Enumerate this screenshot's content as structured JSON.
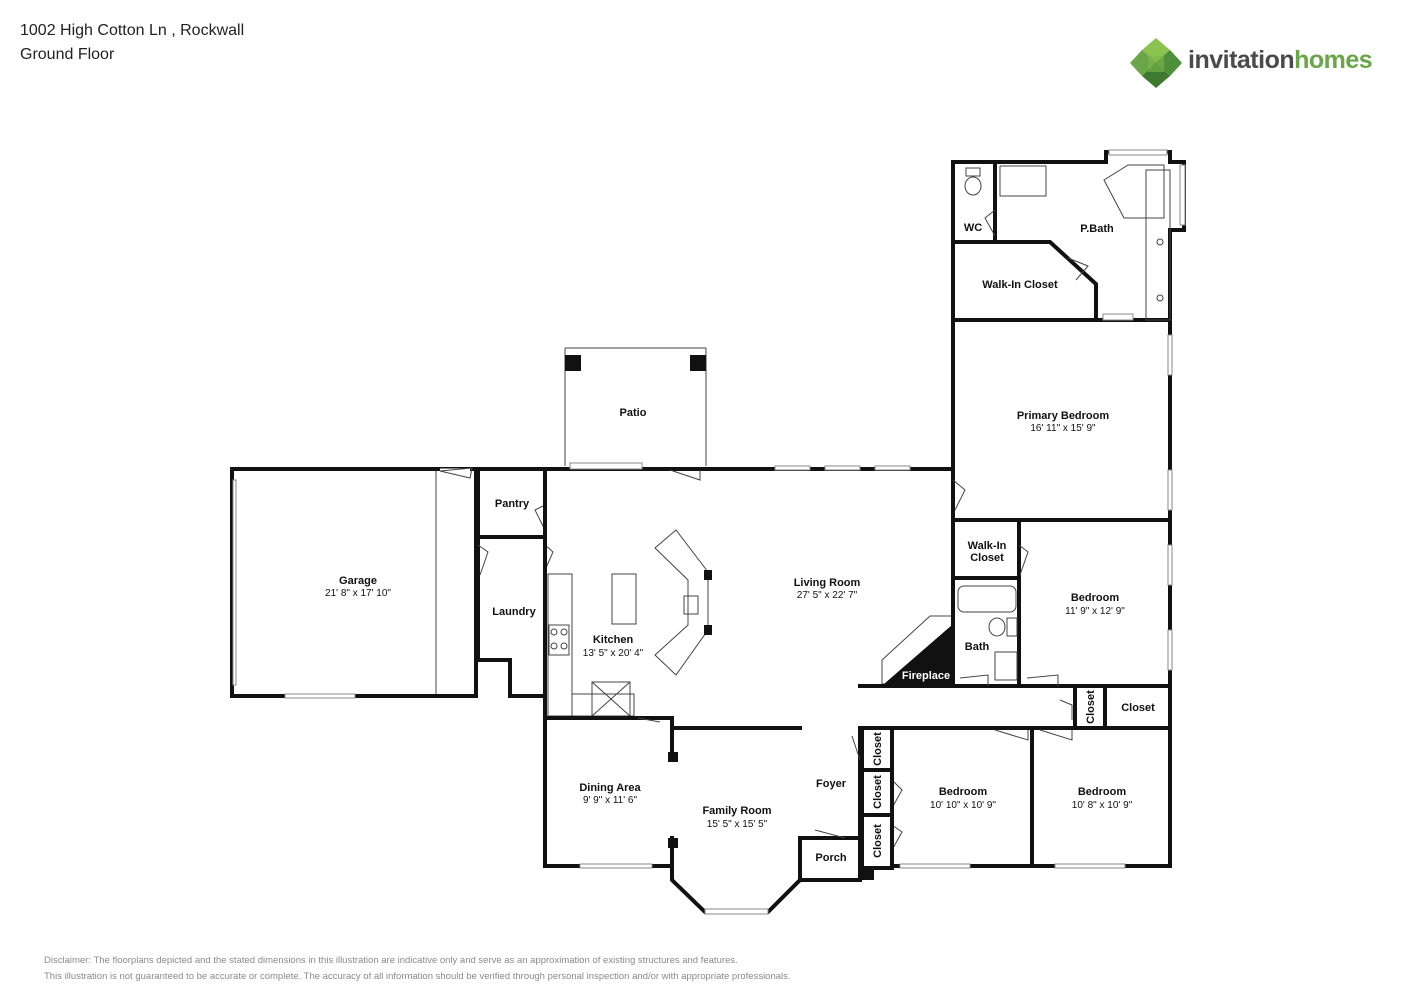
{
  "header": {
    "address": "1002 High Cotton Ln , Rockwall",
    "floor": "Ground Floor"
  },
  "logo": {
    "word1": "invitation",
    "word2": "homes",
    "colors": [
      "#6aa547",
      "#4e8f3a",
      "#8cc24f",
      "#3d7a30"
    ]
  },
  "rooms": {
    "garage": {
      "name": "Garage",
      "dims": "21' 8\" x 17' 10\""
    },
    "pantry": {
      "name": "Pantry"
    },
    "laundry": {
      "name": "Laundry"
    },
    "patio": {
      "name": "Patio"
    },
    "kitchen": {
      "name": "Kitchen",
      "dims": "13' 5\" x 20' 4\""
    },
    "living": {
      "name": "Living Room",
      "dims": "27' 5\" x 22' 7\""
    },
    "fireplace": {
      "name": "Fireplace"
    },
    "dining": {
      "name": "Dining Area",
      "dims": "9' 9\" x 11' 6\""
    },
    "family": {
      "name": "Family Room",
      "dims": "15' 5\" x 15' 5\""
    },
    "foyer": {
      "name": "Foyer"
    },
    "porch": {
      "name": "Porch"
    },
    "wc": {
      "name": "WC"
    },
    "pbath": {
      "name": "P.Bath"
    },
    "walkin1": {
      "name": "Walk-In Closet"
    },
    "primary": {
      "name": "Primary Bedroom",
      "dims": "16' 11\" x 15' 9\""
    },
    "walkin2a": {
      "name": "Walk-In"
    },
    "walkin2b": {
      "name": "Closet"
    },
    "bath": {
      "name": "Bath"
    },
    "bed2": {
      "name": "Bedroom",
      "dims": "11' 9\" x 12' 9\""
    },
    "closet_v1": {
      "name": "Closet"
    },
    "closet_h": {
      "name": "Closet"
    },
    "closet_v2": {
      "name": "Closet"
    },
    "closet_v3": {
      "name": "Closet"
    },
    "closet_v4": {
      "name": "Closet"
    },
    "bed3": {
      "name": "Bedroom",
      "dims": "10' 10\" x 10' 9\""
    },
    "bed4": {
      "name": "Bedroom",
      "dims": "10' 8\" x 10' 9\""
    }
  },
  "disclaimer": {
    "line1": "Disclaimer: The floorplans depicted and the stated dimensions in this illustration are indicative only and serve as an approximation of existing structures and features.",
    "line2": "This illustration is not guaranteed to be accurate or complete. The accuracy of all information should be verified through personal inspection and/or with appropriate professionals."
  }
}
